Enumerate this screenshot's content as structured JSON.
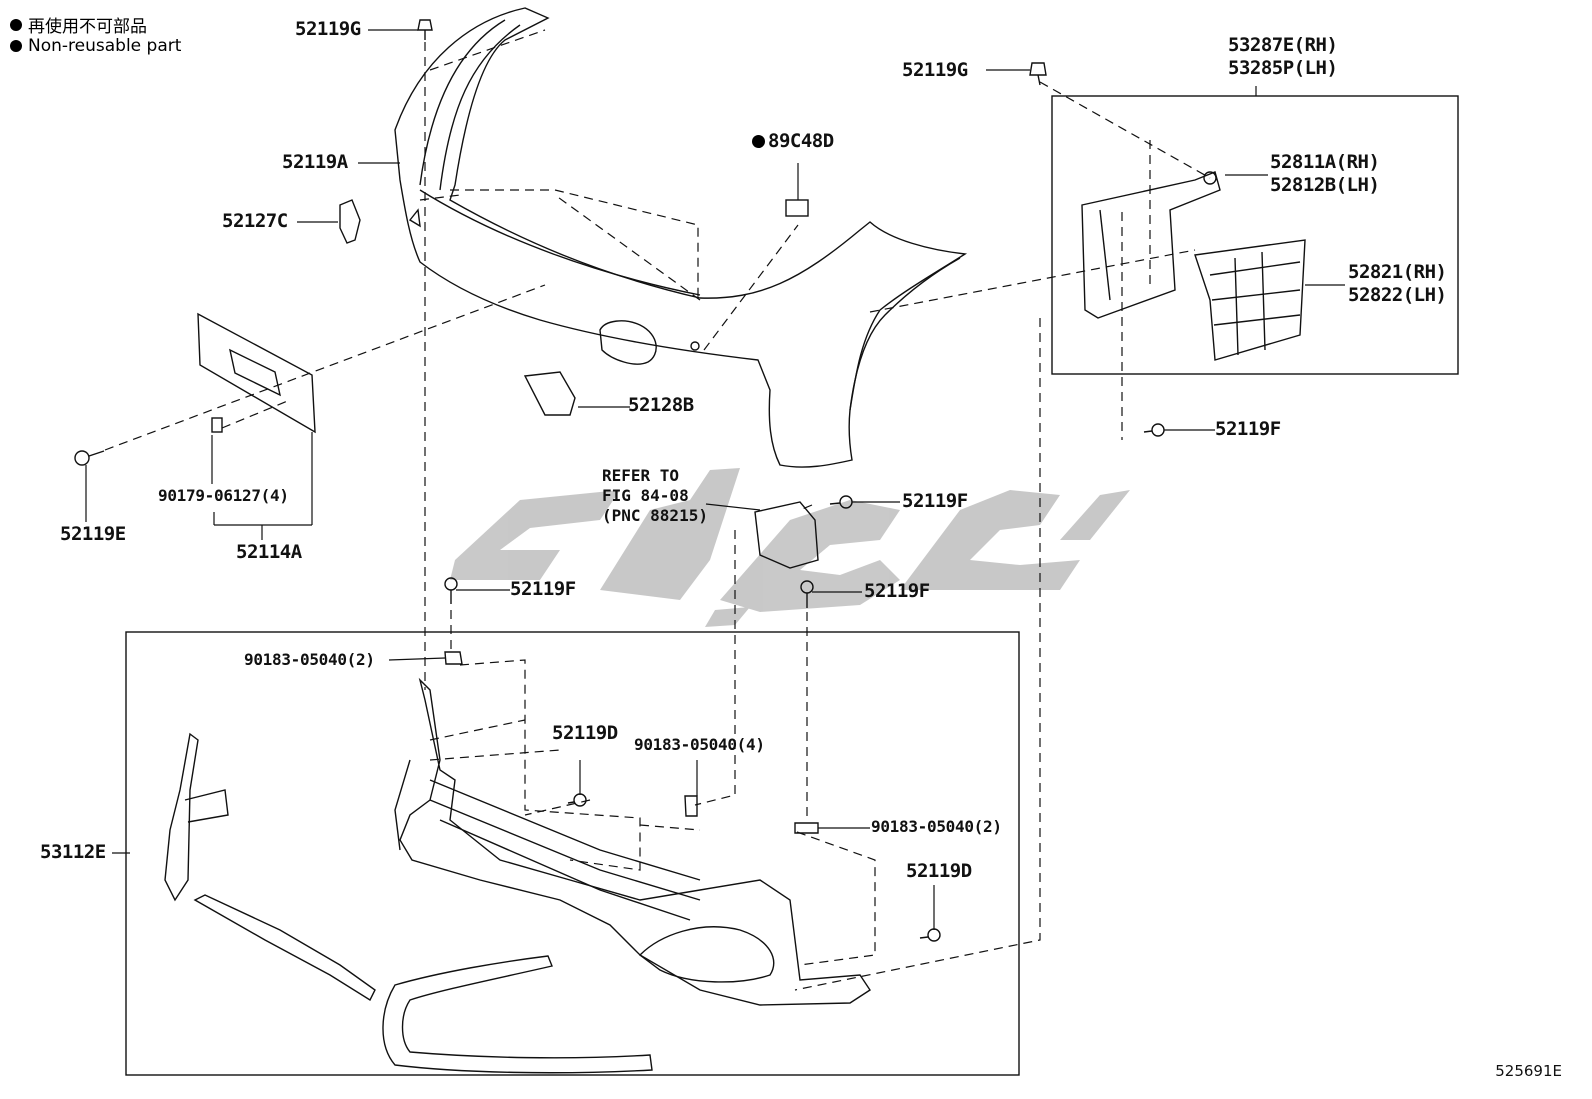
{
  "legend": {
    "line1": "再使用不可部品",
    "line2": "Non-reusable part"
  },
  "labels": {
    "p52119G_top": "52119G",
    "p52119A": "52119A",
    "p52127C": "52127C",
    "p89C48D": "89C48D",
    "p52119G_right": "52119G",
    "p53287E": "53287E(RH)",
    "p53285P": "53285P(LH)",
    "p52811A": "52811A(RH)",
    "p52812B": "52812B(LH)",
    "p52821": "52821(RH)",
    "p52822": "52822(LH)",
    "p52128B": "52128B",
    "p52119F_a": "52119F",
    "p52119F_b": "52119F",
    "p52119F_c": "52119F",
    "p52119F_d": "52119F",
    "p52119E": "52119E",
    "p90179": "90179-06127(4)",
    "p52114A": "52114A",
    "p90183_a": "90183-05040(2)",
    "p52119D_a": "52119D",
    "p90183_b": "90183-05040(4)",
    "p90183_c": "90183-05040(2)",
    "p52119D_b": "52119D",
    "p53112E": "53112E"
  },
  "refer_note": "REFER TO\nFIG 84-08\n(PNC 88215)",
  "diagram_id": "525691E",
  "watermark": {
    "text": "sjb9c",
    "color": "#c6c6c6"
  },
  "colors": {
    "ink": "#111111",
    "background": "#ffffff"
  }
}
